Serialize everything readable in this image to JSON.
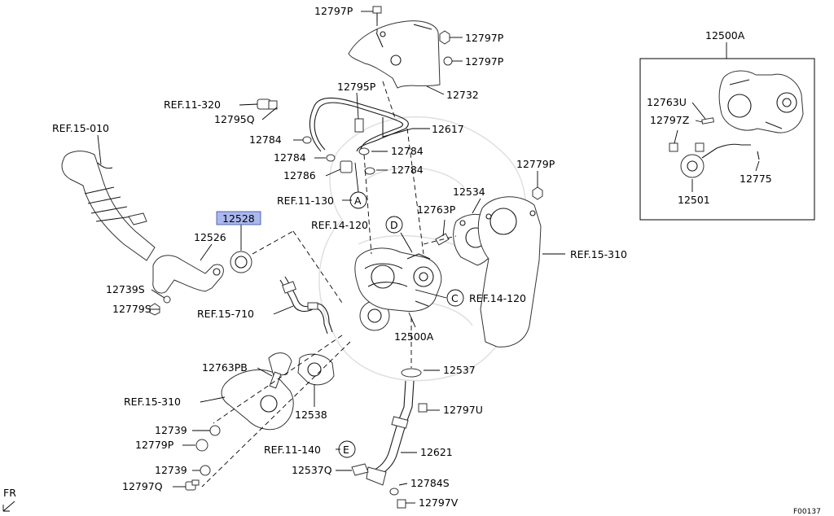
{
  "labels": {
    "p12797P_top": "12797P",
    "p12797P_mid": "12797P",
    "p12797P_low": "12797P",
    "p12732": "12732",
    "p12795P": "12795P",
    "p12617": "12617",
    "ref_11_320": "REF.11-320",
    "p12795Q": "12795Q",
    "p12784_a": "12784",
    "p12784_b": "12784",
    "p12784_c": "12784",
    "p12784_d": "12784",
    "p12786": "12786",
    "ref_15_010": "REF.15-010",
    "ref_11_130": "REF.11-130",
    "circle_A": "A",
    "p12528": "12528",
    "p12526": "12526",
    "ref_14_120_d": "REF.14-120",
    "circle_D": "D",
    "p12763P": "12763P",
    "p12534": "12534",
    "p12779P_right": "12779P",
    "ref_15_310_right": "REF.15-310",
    "p12739S": "12739S",
    "p12779S": "12779S",
    "ref_15_710": "REF.15-710",
    "ref_14_120_c": "REF.14-120",
    "circle_C": "C",
    "p12500A_main": "12500A",
    "p12537": "12537",
    "p12763PB": "12763PB",
    "ref_15_310_left": "REF.15-310",
    "p12538": "12538",
    "p12797U": "12797U",
    "p12739_a": "12739",
    "p12779P_left": "12779P",
    "ref_11_140": "REF.11-140",
    "circle_E": "E",
    "p12621": "12621",
    "p12537Q": "12537Q",
    "p12739_b": "12739",
    "p12784S": "12784S",
    "p12797Q": "12797Q",
    "p12797V": "12797V",
    "fr": "FR",
    "figure_code": "F00137",
    "inset_title": "12500A",
    "inset_12763U": "12763U",
    "inset_12797Z": "12797Z",
    "inset_12501": "12501",
    "inset_12775": "12775"
  },
  "colors": {
    "highlight": "#aab8ee",
    "line": "#000000"
  }
}
